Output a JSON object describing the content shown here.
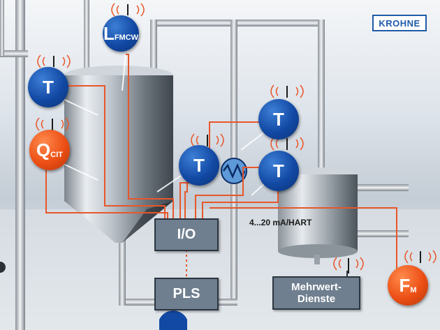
{
  "brand": {
    "logo_text": "KROHNE"
  },
  "sensors": {
    "level": {
      "main": "L",
      "sub": "FMCW"
    },
    "temp_tank": {
      "main": "T"
    },
    "quality": {
      "main": "Q",
      "sub": "CIT"
    },
    "temp_mid": {
      "main": "T"
    },
    "temp_hx_top": {
      "main": "T"
    },
    "temp_hx_bottom": {
      "main": "T"
    },
    "flow": {
      "main": "F",
      "sub": "M"
    }
  },
  "boxes": {
    "io": "I/O",
    "pls": "PLS",
    "services_line1": "Mehrwert-",
    "services_line2": "Dienste"
  },
  "signal_label": "4...20 mA/HART",
  "colors": {
    "sensor_blue": "#1249a4",
    "sensor_orange": "#ec4f15",
    "signal_line": "#e8562a",
    "box_grey": "#6f7f8f",
    "logo_blue": "#1f5aa8"
  }
}
